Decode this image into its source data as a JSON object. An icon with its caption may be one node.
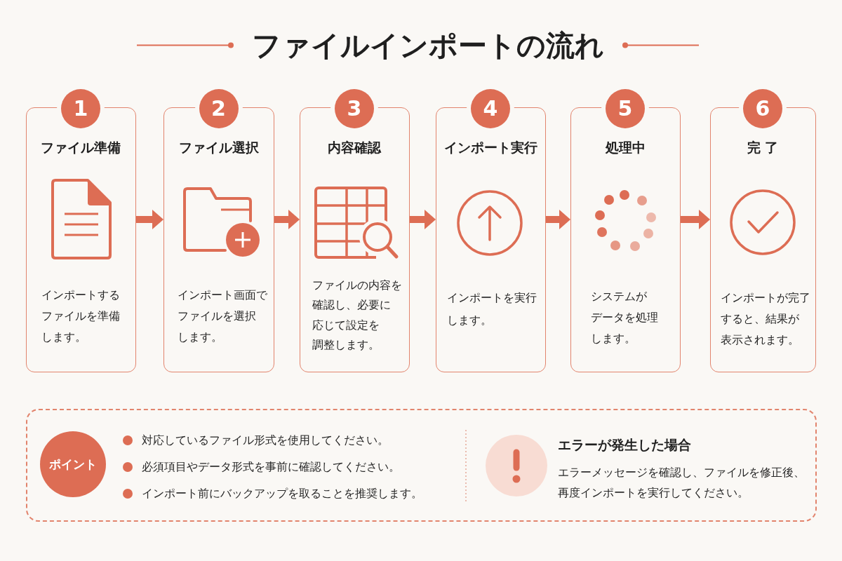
{
  "diagram": {
    "title": "ファイルインポートの流れ",
    "nodes": [
      {
        "text": [
          "1",
          "ファイル準備",
          "インポートするファイルを準備します。"
        ]
      },
      {
        "text": [
          "2",
          "ファイル選択",
          "インポート画面でファイルを選択します。"
        ]
      },
      {
        "text": [
          "3",
          "内容確認",
          "ファイルの内容を確認し、必要に応じて設定を調整します。"
        ]
      },
      {
        "text": [
          "4",
          "インポート実行",
          "インポートを実行します。"
        ]
      },
      {
        "text": [
          "5",
          "処理中",
          "システムがデータを処理します。"
        ]
      },
      {
        "text": [
          "6",
          "完 了",
          "インポートが完了すると、結果が表示されます。"
        ]
      },
      {
        "text": [
          "対応しているファイル形式を使用してください。",
          "必須項目やデータ形式を事前に確認してください。",
          "インポート前にバックアップを取ることを推奨します。",
          "エラーが発生した場合",
          "エラーメッセージを確認し、ファイルを修正後、再度インポートを実行してください。"
        ]
      },
      {
        "text": [
          "ポイント"
        ],
        "in": 6
      }
    ],
    "edges": [
      {
        "from": 0,
        "to": 1,
        "arrow": "to"
      },
      {
        "from": 1,
        "to": 2,
        "arrow": "to"
      },
      {
        "from": 2,
        "to": 3,
        "arrow": "to"
      },
      {
        "from": 3,
        "to": 4,
        "arrow": "to"
      },
      {
        "from": 4,
        "to": 5,
        "arrow": "to"
      }
    ]
  }
}
